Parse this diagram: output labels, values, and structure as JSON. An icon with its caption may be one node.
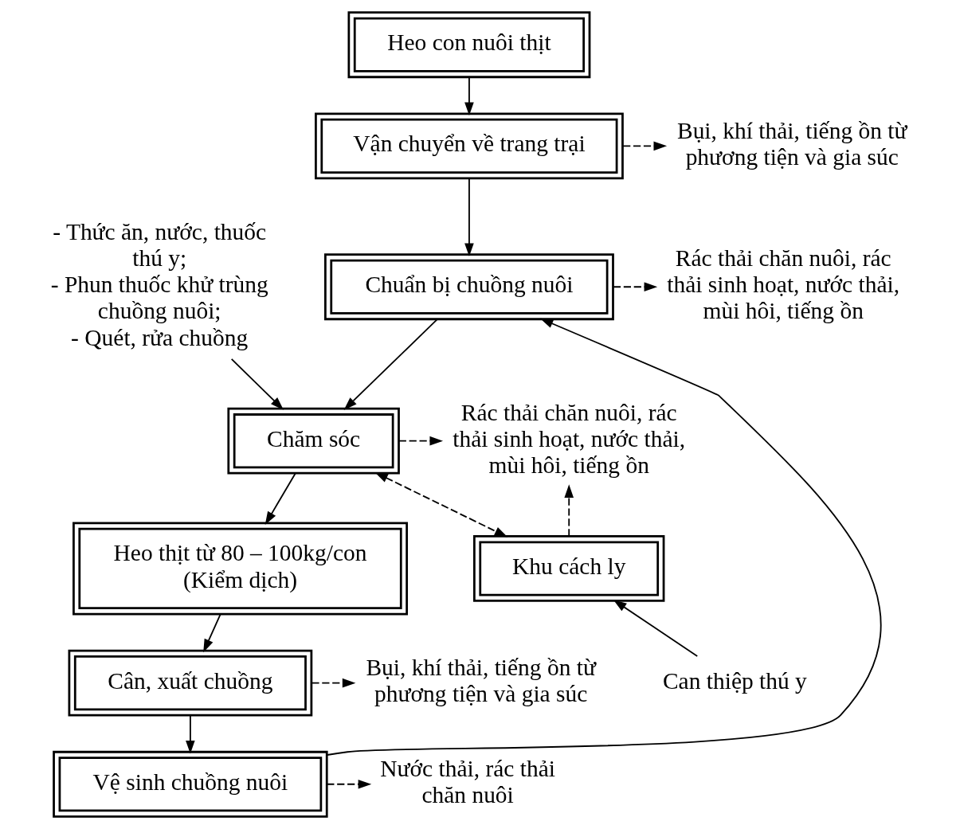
{
  "diagram": {
    "nodes": [
      {
        "text": [
          "Heo con nuôi thịt"
        ]
      },
      {
        "text": [
          "Vận chuyển về trang trại"
        ]
      },
      {
        "text": [
          "Chuẩn bị chuồng nuôi"
        ]
      },
      {
        "text": [
          "Chăm sóc"
        ]
      },
      {
        "text": [
          "Heo thịt từ 80 – 100kg/con (Kiểm dịch)"
        ]
      },
      {
        "text": [
          "Cân, xuất chuồng"
        ]
      },
      {
        "text": [
          "Vệ sinh chuồng nuôi"
        ]
      },
      {
        "text": [
          "Khu cách ly"
        ]
      },
      {
        "text": [
          "Can thiệp thú y"
        ]
      },
      {
        "text": [
          "- Thức ăn, nước, thuốc thú y;",
          "- Phun thuốc khử trùng chuồng nuôi;",
          "- Quét, rửa chuồng"
        ]
      },
      {
        "text": [
          "Bụi, khí thải, tiếng ồn từ phương tiện và gia súc"
        ]
      },
      {
        "text": [
          "Rác thải chăn nuôi, rác thải sinh hoạt, nước thải, mùi hôi, tiếng ồn"
        ]
      },
      {
        "text": [
          "Rác thải chăn nuôi, rác thải sinh hoạt, nước thải, mùi hôi, tiếng ồn"
        ]
      },
      {
        "text": [
          "Bụi, khí thải, tiếng ồn từ phương tiện và gia súc"
        ]
      },
      {
        "text": [
          "Nước thải, rác thải chăn nuôi"
        ]
      }
    ],
    "edges": [
      {
        "from": 0,
        "to": 1,
        "arrow": "to"
      },
      {
        "from": 1,
        "to": 2,
        "arrow": "to"
      },
      {
        "from": 2,
        "to": 3,
        "arrow": "to"
      },
      {
        "from": 3,
        "to": 4,
        "arrow": "to"
      },
      {
        "from": 4,
        "to": 5,
        "arrow": "to"
      },
      {
        "from": 5,
        "to": 6,
        "arrow": "to"
      },
      {
        "from": 6,
        "to": 2,
        "arrow": "to"
      },
      {
        "from": 1,
        "to": 10,
        "arrow": "to",
        "style": "dashed"
      },
      {
        "from": 2,
        "to": 11,
        "arrow": "to",
        "style": "dashed"
      },
      {
        "from": 9,
        "to": 3,
        "arrow": "to"
      },
      {
        "from": 3,
        "to": 7,
        "arrow": "both",
        "style": "dashed"
      },
      {
        "from": 3,
        "to": 12,
        "arrow": "to",
        "style": "dashed"
      },
      {
        "from": 7,
        "to": 12,
        "arrow": "to",
        "style": "dashed"
      },
      {
        "from": 8,
        "to": 7,
        "arrow": "to"
      },
      {
        "from": 5,
        "to": 13,
        "arrow": "to",
        "style": "dashed"
      },
      {
        "from": 6,
        "to": 14,
        "arrow": "to",
        "style": "dashed"
      }
    ]
  }
}
